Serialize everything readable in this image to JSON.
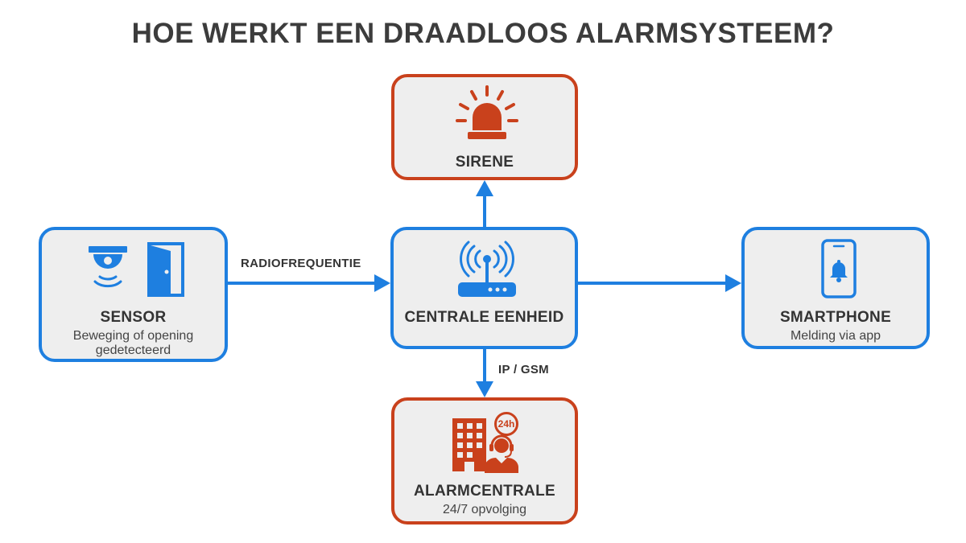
{
  "title": "HOE WERKT EEN DRAADLOOS ALARMSYSTEEM?",
  "nodes": {
    "sensor": {
      "title": "SENSOR",
      "subtitle_line1": "Beweging of opening",
      "subtitle_line2": "gedetecteerd"
    },
    "centrale": {
      "title": "CENTRALE EENHEID"
    },
    "sirene": {
      "title": "SIRENE"
    },
    "smartphone": {
      "title": "SMARTPHONE",
      "subtitle": "Melding via app"
    },
    "alarmcentrale": {
      "title": "ALARMCENTRALE",
      "subtitle": "24/7 opvolging",
      "badge": "24h"
    }
  },
  "edges": {
    "sensor_to_centrale": "RADIOFREQUENTIE",
    "centrale_to_alarmcentrale": "IP / GSM"
  },
  "colors": {
    "blue": "#1e7fe0",
    "red": "#c9411c",
    "box_fill": "#eeeeee"
  },
  "icons": {
    "sensor": [
      "motion-sensor-icon",
      "door-icon"
    ],
    "centrale": "router-icon",
    "sirene": "siren-icon",
    "smartphone": "smartphone-bell-icon",
    "alarmcentrale": [
      "building-icon",
      "operator-headset-icon"
    ]
  }
}
